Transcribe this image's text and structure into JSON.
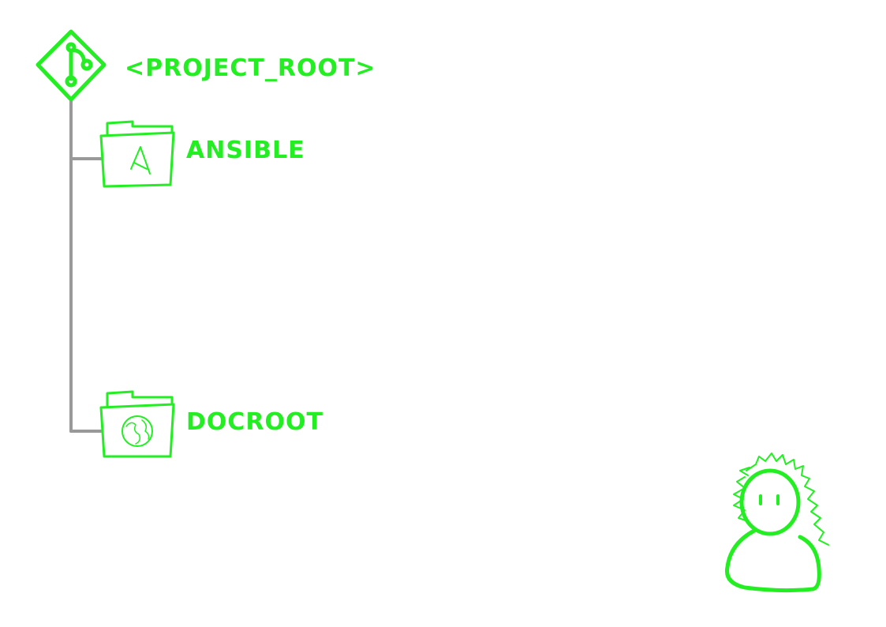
{
  "colors": {
    "accent": "#22ee22",
    "connector": "#999999",
    "background": "#ffffff"
  },
  "tree": {
    "root": {
      "label": "<PROJECT_ROOT>",
      "icon": "git-icon"
    },
    "children": [
      {
        "label": "ANSIBLE",
        "icon": "ansible-folder-icon"
      },
      {
        "label": "DOCROOT",
        "icon": "globe-folder-icon"
      }
    ]
  },
  "actor": {
    "icon": "user-icon"
  }
}
